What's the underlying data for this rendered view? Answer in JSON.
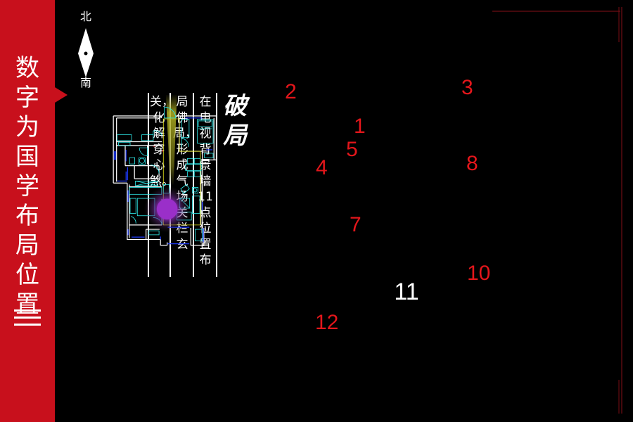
{
  "sidebar": {
    "title": "数字为国学布局位置",
    "roman": "三"
  },
  "compass": {
    "north": "北",
    "south": "南"
  },
  "text": {
    "title": "破局",
    "col1": "在电视背景墙11点位置布",
    "col2": "局佛局，形成气场关栏玄",
    "col3": "关，化解穿心煞。"
  },
  "floorplan": {
    "labels": [
      "1",
      "2",
      "3",
      "4",
      "5",
      "7",
      "8",
      "10",
      "11",
      "12"
    ]
  },
  "colors": {
    "accent": "#c8101c",
    "plan_line": "#ffffff",
    "furniture": "#2ee6e6",
    "wall_blue": "#1f3cff",
    "zone_yellow": "#e6e61a",
    "marker_red": "#e3161b",
    "glow_purple": "#9a2fc9"
  }
}
